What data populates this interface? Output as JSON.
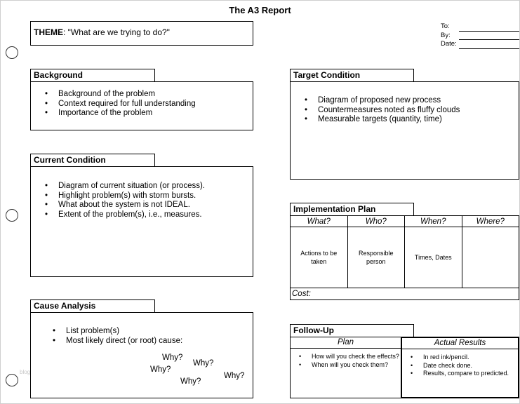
{
  "title": "The A3 Report",
  "theme": {
    "label": "THEME",
    "text": ": \"What are we trying to do?\""
  },
  "sign_off": {
    "to": "To:",
    "by": "By:",
    "date": "Date:"
  },
  "background": {
    "heading": "Background",
    "items": [
      "Background of the problem",
      "Context required for full understanding",
      "Importance of the problem"
    ]
  },
  "current_condition": {
    "heading": "Current Condition",
    "items": [
      "Diagram of current situation (or process).",
      "Highlight problem(s) with storm bursts.",
      "What about the system is not IDEAL.",
      "Extent of the problem(s), i.e., measures."
    ]
  },
  "cause_analysis": {
    "heading": "Cause Analysis",
    "items": [
      "List problem(s)",
      "Most likely direct (or root) cause:"
    ],
    "whys": [
      "Why?",
      "Why?",
      "Why?",
      "Why?",
      "Why?"
    ]
  },
  "target_condition": {
    "heading": "Target Condition",
    "items": [
      "Diagram of proposed new process",
      "Countermeasures noted as fluffy clouds",
      "Measurable targets (quantity, time)"
    ]
  },
  "implementation_plan": {
    "heading": "Implementation Plan",
    "columns": [
      "What?",
      "Who?",
      "When?",
      "Where?"
    ],
    "cells": [
      "Actions to be taken",
      "Responsible person",
      "Times, Dates",
      ""
    ],
    "cost_label": "Cost:"
  },
  "follow_up": {
    "heading": "Follow-Up",
    "plan": {
      "heading": "Plan",
      "items": [
        "How will you check the effects?",
        "When will you check them?"
      ]
    },
    "actual": {
      "heading": "Actual Results",
      "items": [
        "In red ink/pencil.",
        "Date check done.",
        "Results, compare to predicted."
      ]
    }
  },
  "watermark": "blog"
}
